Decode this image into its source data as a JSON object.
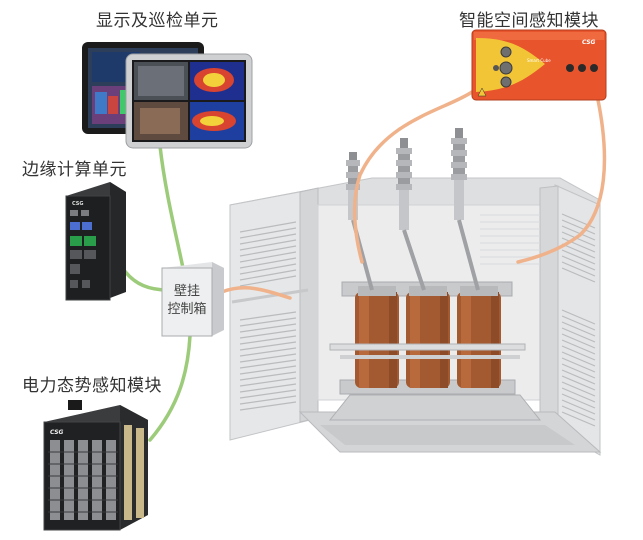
{
  "labels": {
    "display_unit": "显示及巡检单元",
    "spatial_module": "智能空间感知模块",
    "edge_unit": "边缘计算单元",
    "power_module": "电力态势感知模块",
    "cabinet_line1": "壁挂",
    "cabinet_line2": "控制箱"
  },
  "device_text": {
    "edge_brand": "CSG",
    "spatial_brand": "CSG",
    "spatial_product": "Smart Cube",
    "power_brand": "CSG"
  },
  "colors": {
    "green_link": "#9ccb7a",
    "orange_link": "#f0b28a",
    "spatial_module_body": "#e8542c",
    "coil": "#a0522d",
    "transformer_frame": "#e2e3e4"
  }
}
